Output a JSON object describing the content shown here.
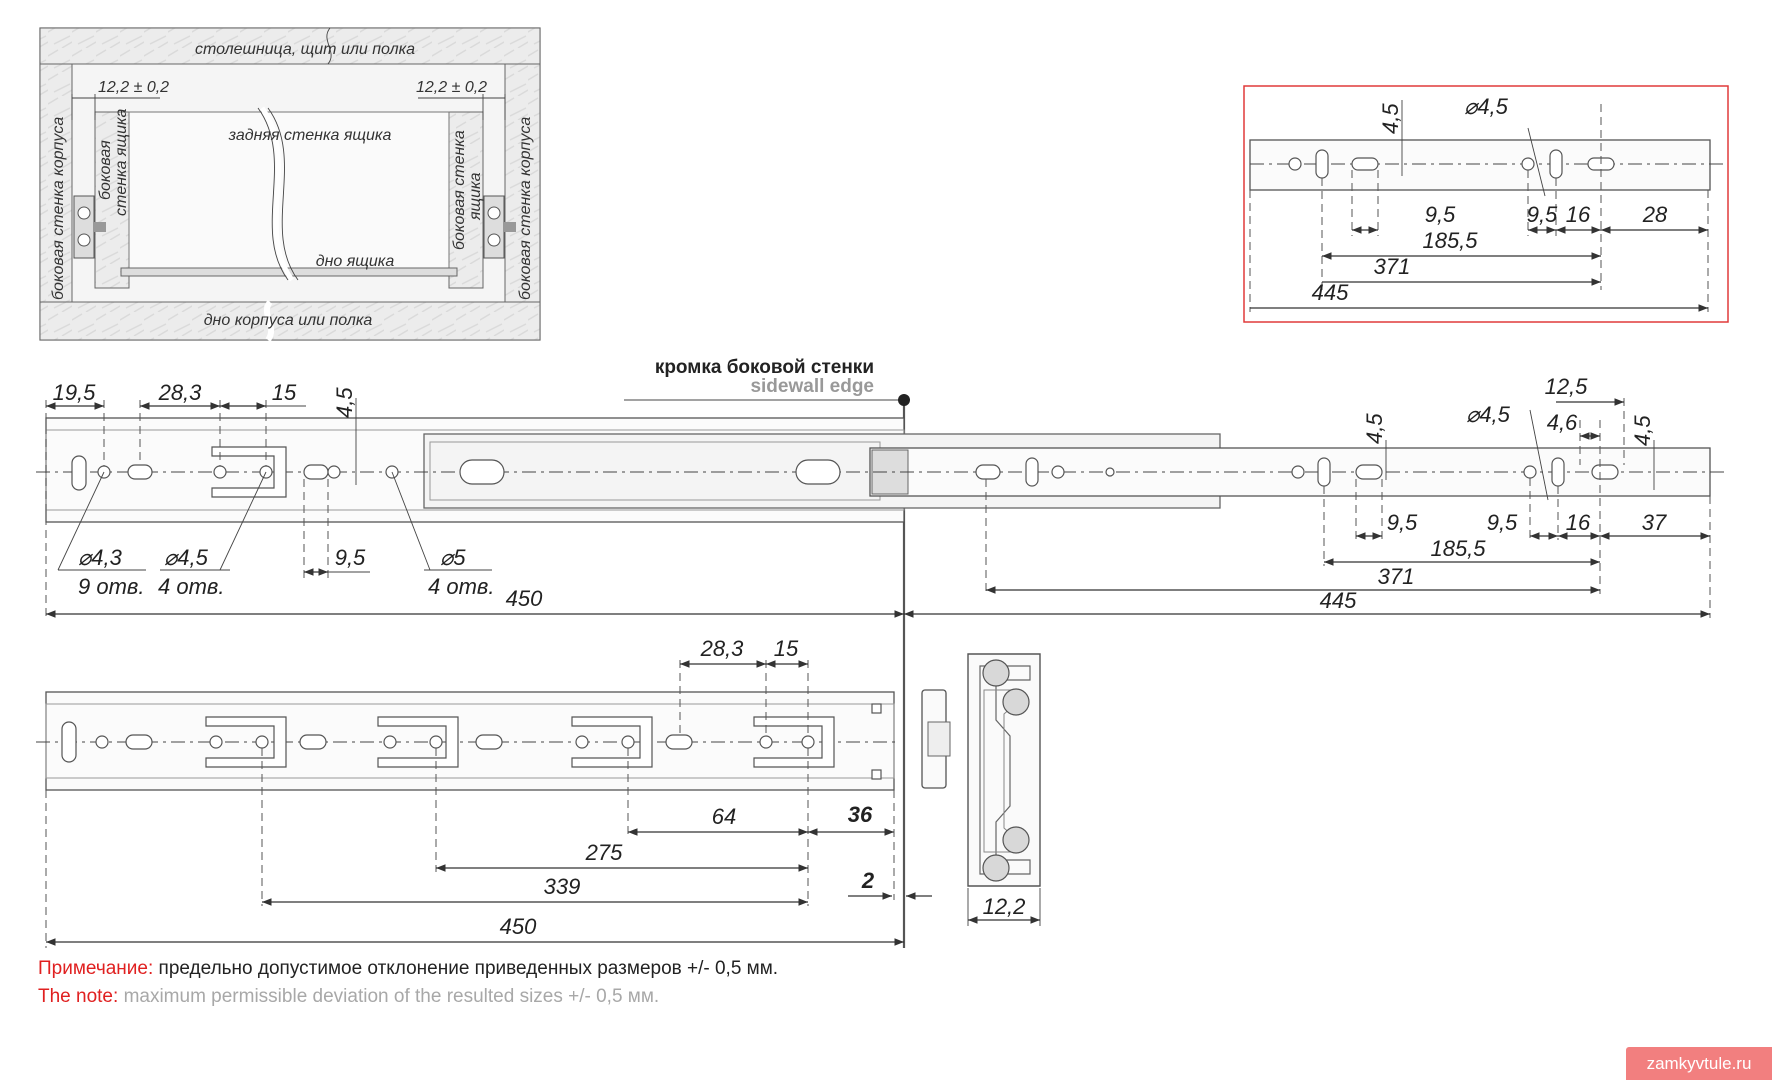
{
  "inset": {
    "top_label": "столешница, щит или полка",
    "bottom_label": "дно корпуса или полка",
    "back_label": "задняя стенка ящика",
    "drawer_bottom_label": "дно ящика",
    "left_body_side": "боковая стенка корпуса",
    "right_body_side": "боковая стенка корпуса",
    "left_drawer_side_1": "боковая",
    "left_drawer_side_2": "стенка ящика",
    "right_drawer_side_1": "боковая стенка",
    "right_drawer_side_2": "ящика",
    "left_gap": "12,2 ± 0,2",
    "right_gap": "12,2 ± 0,2"
  },
  "detail": {
    "hole_dia": "⌀4,5",
    "height": "4,5",
    "d1": "9,5",
    "d2": "9,5",
    "d3": "16",
    "d4": "28",
    "d5": "185,5",
    "d6": "371",
    "d7": "445"
  },
  "edge": {
    "label_ru": "кромка боковой стенки",
    "label_en": "sidewall edge"
  },
  "top_rail": {
    "d_19_5": "19,5",
    "d_28_3": "28,3",
    "d_15": "15",
    "d_4_5": "4,5",
    "d_9_5": "9,5",
    "hole1_dia": "⌀4,3",
    "hole1_count": "9 отв.",
    "hole2_dia": "⌀4,5",
    "hole2_count": "4 отв.",
    "hole3_dia": "⌀5",
    "hole3_count": "4 отв.",
    "length": "450"
  },
  "extension": {
    "d_12_5": "12,5",
    "d_4_6": "4,6",
    "d_4_5_a": "4,5",
    "d_4_5_b": "4,5",
    "hole_dia": "⌀4,5",
    "d_9_5_a": "9,5",
    "d_9_5_b": "9,5",
    "d_16": "16",
    "d_37": "37",
    "d_185_5": "185,5",
    "d_371": "371",
    "d_445": "445"
  },
  "bottom_rail": {
    "d_28_3": "28,3",
    "d_15": "15",
    "d_64": "64",
    "d_36": "36",
    "d_275": "275",
    "d_339": "339",
    "d_450": "450",
    "gap": "2"
  },
  "profile": {
    "width": "12,2"
  },
  "notes": {
    "ru_key": "Примечание:",
    "ru_text": "предельно допустимое отклонение приведенных размеров +/- 0,5 мм.",
    "en_key": "The note:",
    "en_text": "maximum permissible deviation of the resulted sizes +/- 0,5 мм."
  },
  "watermark": "zamkyvtule.ru",
  "colors": {
    "accent_red": "#e02020",
    "detail_frame": "#e03a3a",
    "watermark_bg": "#f27f7f"
  }
}
